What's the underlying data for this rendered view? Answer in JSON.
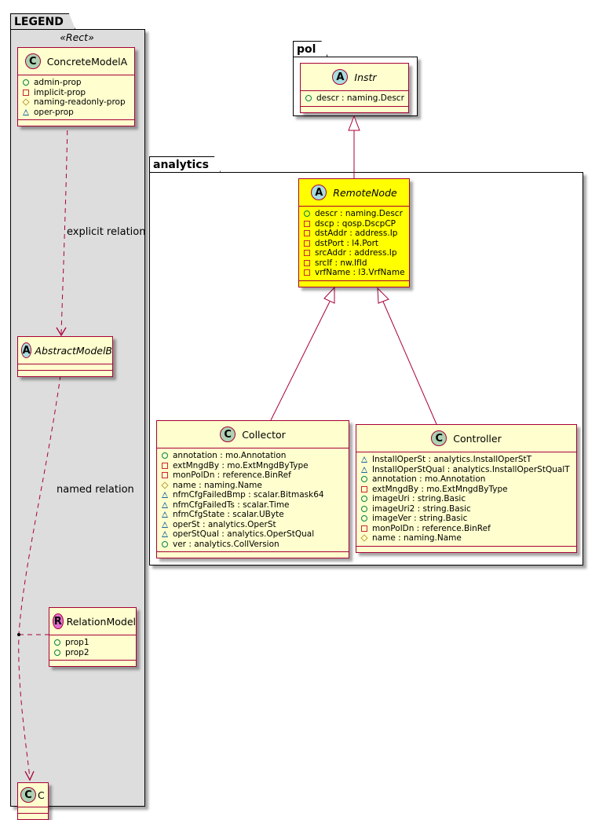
{
  "packages": {
    "legend": {
      "title": "LEGEND",
      "stereotype": "«Rect»"
    },
    "pol": {
      "title": "pol"
    },
    "analytics": {
      "title": "analytics"
    }
  },
  "legend_classes": {
    "concrete_a": {
      "spot": "C",
      "name": "ConcreteModelA",
      "attrs": [
        {
          "vis": "public",
          "text": "admin-prop"
        },
        {
          "vis": "private",
          "text": "implicit-prop"
        },
        {
          "vis": "protected",
          "text": "naming-readonly-prop"
        },
        {
          "vis": "package",
          "text": "oper-prop"
        }
      ]
    },
    "abstract_b": {
      "spot": "A",
      "name": "AbstractModelB"
    },
    "relation_model": {
      "spot": "R",
      "name": "RelationModel",
      "attrs": [
        {
          "vis": "public",
          "text": "prop1"
        },
        {
          "vis": "public",
          "text": "prop2"
        }
      ]
    },
    "c": {
      "spot": "C",
      "name": "C"
    }
  },
  "relations": {
    "explicit": "explicit relation",
    "named": "named relation"
  },
  "classes": {
    "instr": {
      "spot": "A",
      "name": "Instr",
      "attrs": [
        {
          "vis": "public",
          "text": "descr : naming.Descr"
        }
      ]
    },
    "remote_node": {
      "spot": "A",
      "name": "RemoteNode",
      "highlight": "#ffff00",
      "attrs": [
        {
          "vis": "public",
          "text": "descr : naming.Descr"
        },
        {
          "vis": "private",
          "text": "dscp : qosp.DscpCP"
        },
        {
          "vis": "private",
          "text": "dstAddr : address.Ip"
        },
        {
          "vis": "private",
          "text": "dstPort : l4.Port"
        },
        {
          "vis": "private",
          "text": "srcAddr : address.Ip"
        },
        {
          "vis": "private",
          "text": "srcIf : nw.IfId"
        },
        {
          "vis": "private",
          "text": "vrfName : l3.VrfName"
        }
      ]
    },
    "collector": {
      "spot": "C",
      "name": "Collector",
      "attrs": [
        {
          "vis": "public",
          "text": "annotation : mo.Annotation"
        },
        {
          "vis": "private",
          "text": "extMngdBy : mo.ExtMngdByType"
        },
        {
          "vis": "private",
          "text": "monPolDn : reference.BinRef"
        },
        {
          "vis": "protected",
          "text": "name : naming.Name"
        },
        {
          "vis": "package",
          "text": "nfmCfgFailedBmp : scalar.Bitmask64"
        },
        {
          "vis": "package",
          "text": "nfmCfgFailedTs : scalar.Time"
        },
        {
          "vis": "package",
          "text": "nfmCfgState : scalar.UByte"
        },
        {
          "vis": "package",
          "text": "operSt : analytics.OperSt"
        },
        {
          "vis": "package",
          "text": "operStQual : analytics.OperStQual"
        },
        {
          "vis": "public",
          "text": "ver : analytics.CollVersion"
        }
      ]
    },
    "controller": {
      "spot": "C",
      "name": "Controller",
      "attrs": [
        {
          "vis": "package",
          "text": "InstallOperSt : analytics.InstallOperStT"
        },
        {
          "vis": "package",
          "text": "InstallOperStQual : analytics.InstallOperStQualT"
        },
        {
          "vis": "public",
          "text": "annotation : mo.Annotation"
        },
        {
          "vis": "private",
          "text": "extMngdBy : mo.ExtMngdByType"
        },
        {
          "vis": "public",
          "text": "imageUri : string.Basic"
        },
        {
          "vis": "public",
          "text": "imageUri2 : string.Basic"
        },
        {
          "vis": "public",
          "text": "imageVer : string.Basic"
        },
        {
          "vis": "private",
          "text": "monPolDn : reference.BinRef"
        },
        {
          "vis": "protected",
          "text": "name : naming.Name"
        }
      ]
    }
  }
}
